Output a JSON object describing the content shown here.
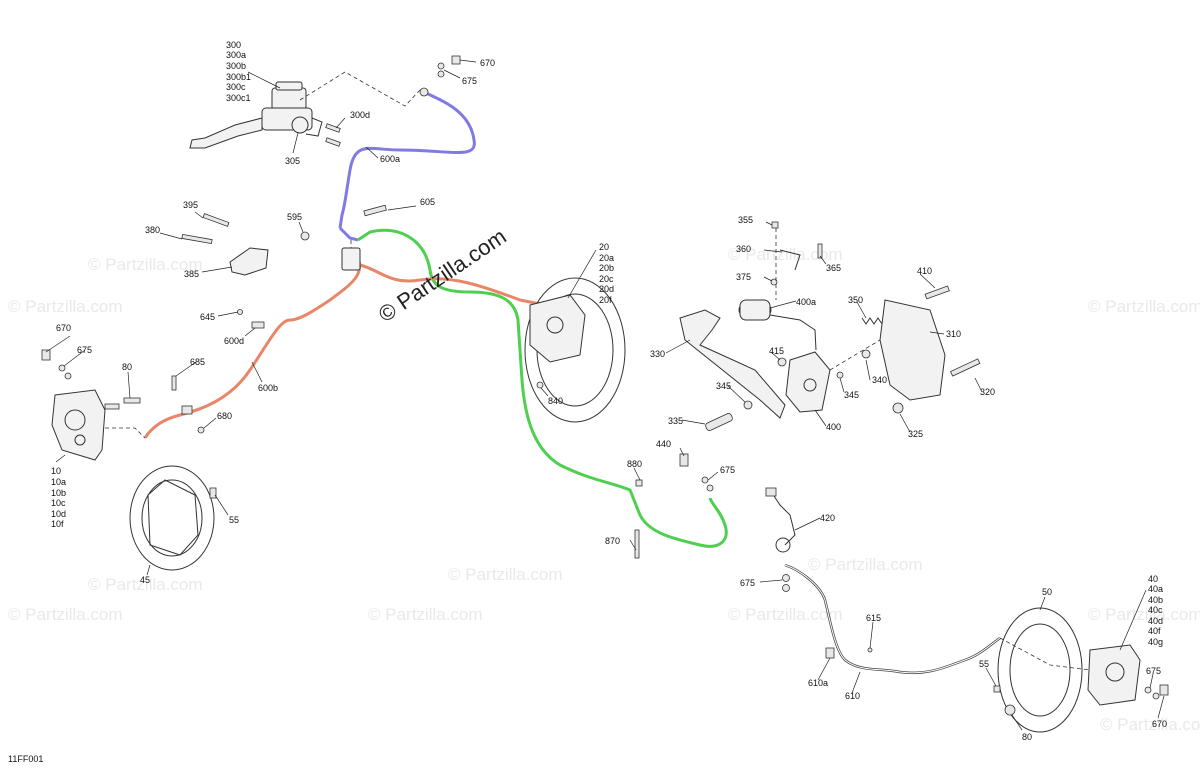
{
  "document_code": "11FF001",
  "watermark_main": "© Partzilla.com",
  "watermark_tile": "© Partzilla.com",
  "line_colors": {
    "blue": "#7f7ae6",
    "green": "#4fcf4f",
    "orange": "#e8866a"
  },
  "labels": {
    "l300": "300",
    "l300a": "300a",
    "l300b": "300b",
    "l300b1": "300b1",
    "l300c": "300c",
    "l300c1": "300c1",
    "l300d": "300d",
    "l305": "305",
    "l600a": "600a",
    "l670t": "670",
    "l675t": "675",
    "l605": "605",
    "l595": "595",
    "l395": "395",
    "l380": "380",
    "l385": "385",
    "l645": "645",
    "l600d": "600d",
    "l670l": "670",
    "l675l": "675",
    "l80l": "80",
    "l685": "685",
    "l600b": "600b",
    "l680": "680",
    "l10": "10",
    "l10a": "10a",
    "l10b": "10b",
    "l10c": "10c",
    "l10d": "10d",
    "l10f": "10f",
    "l55l": "55",
    "l45": "45",
    "l20": "20",
    "l20a": "20a",
    "l20b": "20b",
    "l20c": "20c",
    "l20d": "20d",
    "l20f": "20f",
    "l840": "840",
    "l880": "880",
    "l870": "870",
    "l440": "440",
    "l675m": "675",
    "l355": "355",
    "l360": "360",
    "l365": "365",
    "l375": "375",
    "l400a": "400a",
    "l350": "350",
    "l410": "410",
    "l310": "310",
    "l330": "330",
    "l415": "415",
    "l340": "340",
    "l345a": "345",
    "l345b": "345",
    "l320": "320",
    "l335": "335",
    "l400": "400",
    "l325": "325",
    "l420": "420",
    "l675r": "675",
    "l615": "615",
    "l610a": "610a",
    "l610": "610",
    "l50": "50",
    "l55r": "55",
    "l80r": "80",
    "l40": "40",
    "l40a": "40a",
    "l40b": "40b",
    "l40c": "40c",
    "l40d": "40d",
    "l40f": "40f",
    "l40g": "40g",
    "l675b": "675",
    "l670b": "670"
  }
}
